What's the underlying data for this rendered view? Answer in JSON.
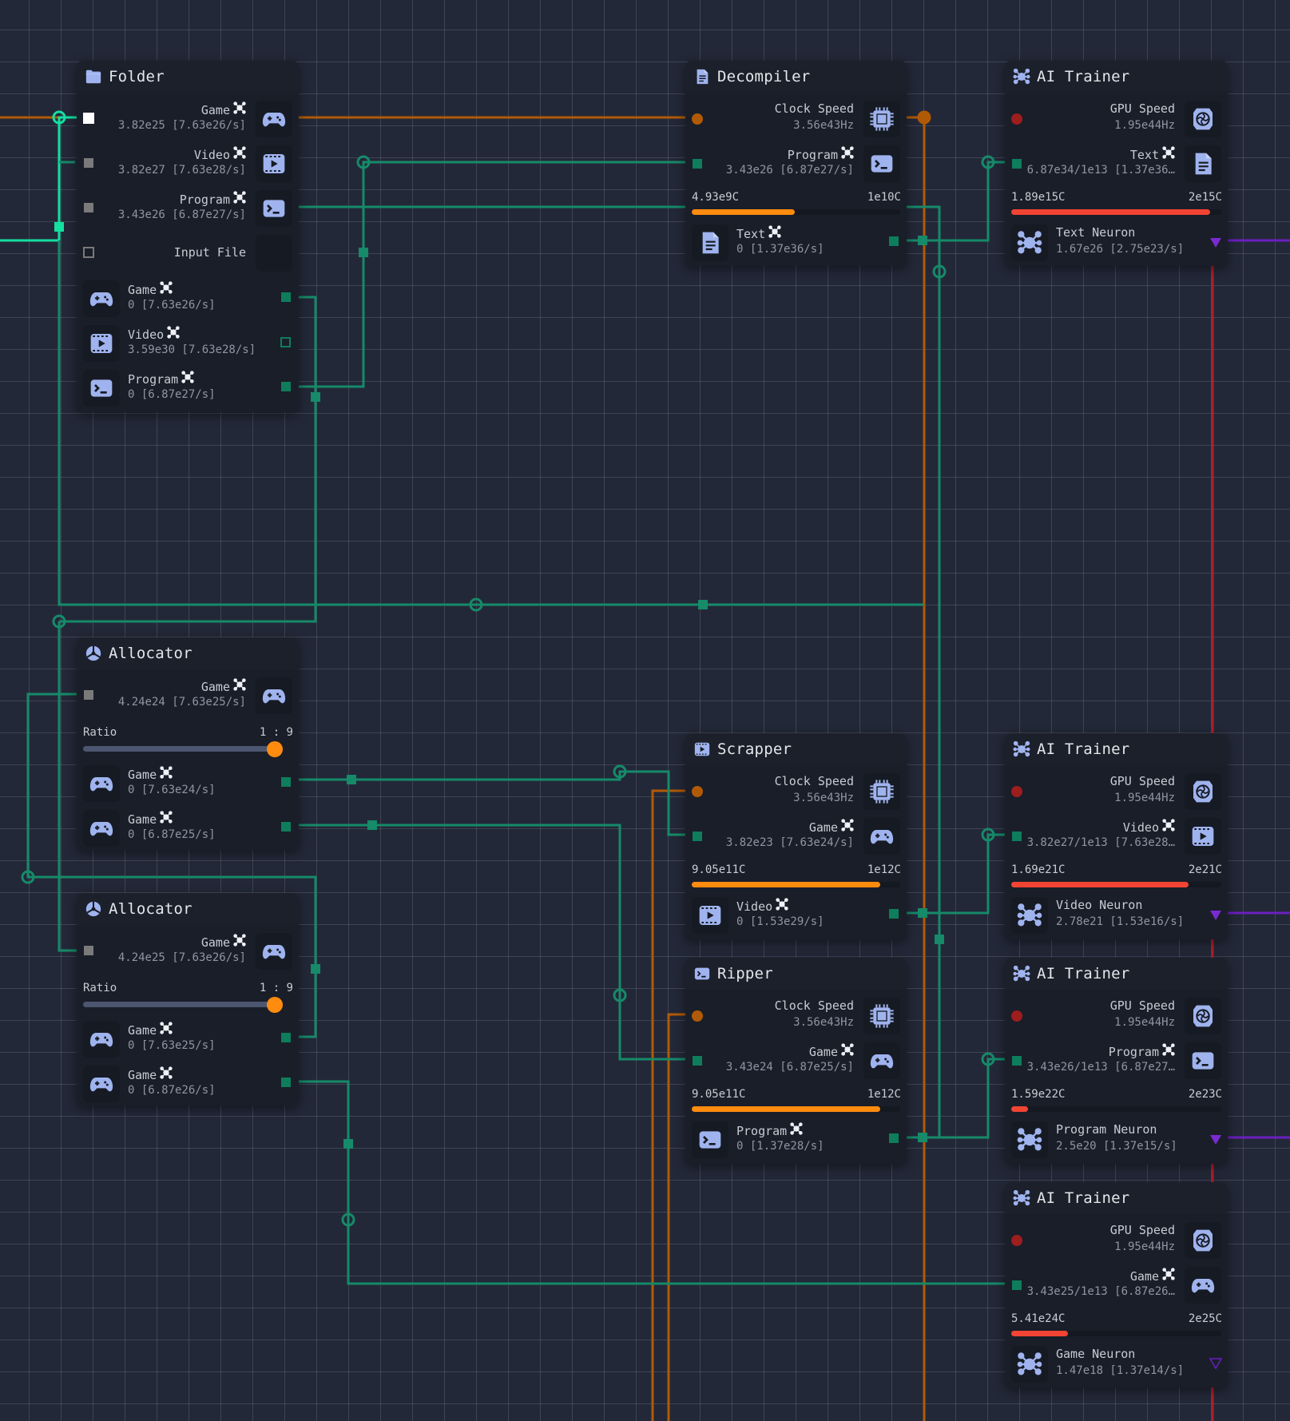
{
  "colors": {
    "wire_green": "#168a69",
    "wire_green_bright": "#14e0a0",
    "wire_orange": "#b15a06",
    "wire_red": "#b01f2c",
    "wire_purple": "#6a1fc0",
    "icon_blue": "#9fb3ee",
    "progress_orange": "#ff8b0f",
    "progress_red": "#f24433",
    "port_green": "#0e7d5c",
    "port_gray": "#7a7a7a",
    "port_orange": "#b15a06",
    "port_red": "#9e1d1d"
  },
  "nodes": {
    "folder": {
      "title": "Folder",
      "inputs": [
        {
          "label": "Game",
          "value": "3.82e25 [7.63e26/s]",
          "icon": "gamepad-icon",
          "neuron": true
        },
        {
          "label": "Video",
          "value": "3.82e27 [7.63e28/s]",
          "icon": "video-icon",
          "neuron": true
        },
        {
          "label": "Program",
          "value": "3.43e26 [6.87e27/s]",
          "icon": "terminal-icon",
          "neuron": true
        },
        {
          "label": "Input File",
          "value": "",
          "icon": "",
          "neuron": false
        }
      ],
      "outputs": [
        {
          "label": "Game",
          "value": "0 [7.63e26/s]",
          "icon": "gamepad-icon"
        },
        {
          "label": "Video",
          "value": "3.59e30 [7.63e28/s]",
          "icon": "video-icon"
        },
        {
          "label": "Program",
          "value": "0 [6.87e27/s]",
          "icon": "terminal-icon"
        }
      ]
    },
    "decompiler": {
      "title": "Decompiler",
      "inputs": [
        {
          "label": "Clock Speed",
          "value": "3.56e43Hz",
          "icon": "cpu-icon"
        },
        {
          "label": "Program",
          "value": "3.43e26 [6.87e27/s]",
          "icon": "terminal-icon",
          "neuron": true
        }
      ],
      "progress": {
        "current": "4.93e9C",
        "max": "1e10C",
        "fraction": 0.493
      },
      "output": {
        "label": "Text",
        "value": "0 [1.37e36/s]",
        "icon": "document-icon"
      }
    },
    "scrapper": {
      "title": "Scrapper",
      "inputs": [
        {
          "label": "Clock Speed",
          "value": "3.56e43Hz",
          "icon": "cpu-icon"
        },
        {
          "label": "Game",
          "value": "3.82e23 [7.63e24/s]",
          "icon": "gamepad-icon",
          "neuron": true
        }
      ],
      "progress": {
        "current": "9.05e11C",
        "max": "1e12C",
        "fraction": 0.905
      },
      "output": {
        "label": "Video",
        "value": "0 [1.53e29/s]",
        "icon": "video-icon"
      }
    },
    "ripper": {
      "title": "Ripper",
      "inputs": [
        {
          "label": "Clock Speed",
          "value": "3.56e43Hz",
          "icon": "cpu-icon"
        },
        {
          "label": "Game",
          "value": "3.43e24 [6.87e25/s]",
          "icon": "gamepad-icon",
          "neuron": true
        }
      ],
      "progress": {
        "current": "9.05e11C",
        "max": "1e12C",
        "fraction": 0.905
      },
      "output": {
        "label": "Program",
        "value": "0 [1.37e28/s]",
        "icon": "terminal-icon"
      }
    },
    "allocator1": {
      "title": "Allocator",
      "input": {
        "label": "Game",
        "value": "4.24e24 [7.63e25/s]",
        "icon": "gamepad-icon"
      },
      "ratio_label": "Ratio",
      "ratio_value": "1 : 9",
      "ratio_fraction": 1.0,
      "outputs": [
        {
          "label": "Game",
          "value": "0 [7.63e24/s]",
          "icon": "gamepad-icon"
        },
        {
          "label": "Game",
          "value": "0 [6.87e25/s]",
          "icon": "gamepad-icon"
        }
      ]
    },
    "allocator2": {
      "title": "Allocator",
      "input": {
        "label": "Game",
        "value": "4.24e25 [7.63e26/s]",
        "icon": "gamepad-icon"
      },
      "ratio_label": "Ratio",
      "ratio_value": "1 : 9",
      "ratio_fraction": 1.0,
      "outputs": [
        {
          "label": "Game",
          "value": "0 [7.63e25/s]",
          "icon": "gamepad-icon"
        },
        {
          "label": "Game",
          "value": "0 [6.87e26/s]",
          "icon": "gamepad-icon"
        }
      ]
    },
    "trainer1": {
      "title": "AI Trainer",
      "gpu": {
        "label": "GPU Speed",
        "value": "1.95e44Hz"
      },
      "input": {
        "label": "Text",
        "value": "6.87e34/1e13 [1.37e36…",
        "icon": "document-icon"
      },
      "progress": {
        "current": "1.89e15C",
        "max": "2e15C",
        "fraction": 0.945
      },
      "output": {
        "label": "Text Neuron",
        "value": "1.67e26 [2.75e23/s]"
      }
    },
    "trainer2": {
      "title": "AI Trainer",
      "gpu": {
        "label": "GPU Speed",
        "value": "1.95e44Hz"
      },
      "input": {
        "label": "Video",
        "value": "3.82e27/1e13 [7.63e28…",
        "icon": "video-icon"
      },
      "progress": {
        "current": "1.69e21C",
        "max": "2e21C",
        "fraction": 0.845
      },
      "output": {
        "label": "Video Neuron",
        "value": "2.78e21 [1.53e16/s]"
      }
    },
    "trainer3": {
      "title": "AI Trainer",
      "gpu": {
        "label": "GPU Speed",
        "value": "1.95e44Hz"
      },
      "input": {
        "label": "Program",
        "value": "3.43e26/1e13 [6.87e27…",
        "icon": "terminal-icon"
      },
      "progress": {
        "current": "1.59e22C",
        "max": "2e23C",
        "fraction": 0.0795
      },
      "output": {
        "label": "Program Neuron",
        "value": "2.5e20 [1.37e15/s]"
      }
    },
    "trainer4": {
      "title": "AI Trainer",
      "gpu": {
        "label": "GPU Speed",
        "value": "1.95e44Hz"
      },
      "input": {
        "label": "Game",
        "value": "3.43e25/1e13 [6.87e26…",
        "icon": "gamepad-icon"
      },
      "progress": {
        "current": "5.41e24C",
        "max": "2e25C",
        "fraction": 0.2705
      },
      "output": {
        "label": "Game Neuron",
        "value": "1.47e18 [1.37e14/s]"
      }
    }
  }
}
